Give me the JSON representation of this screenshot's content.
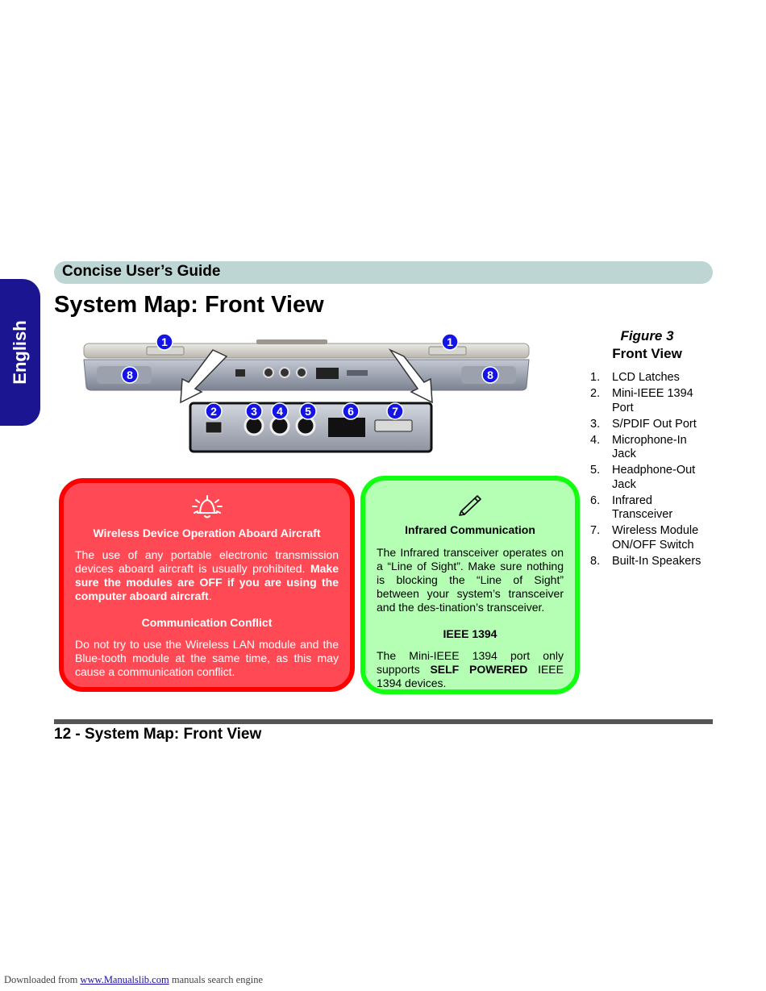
{
  "side_tab": {
    "label": "English"
  },
  "header": {
    "title": "Concise User’s Guide"
  },
  "page": {
    "title": "System Map: Front View"
  },
  "figure": {
    "number": "Figure 3",
    "name": "Front View",
    "callouts": [
      "1",
      "1",
      "8",
      "8",
      "2",
      "3",
      "4",
      "5",
      "6",
      "7"
    ],
    "legend": [
      {
        "num": "1.",
        "label": "LCD Latches"
      },
      {
        "num": "2.",
        "label": "Mini-IEEE 1394 Port"
      },
      {
        "num": "3.",
        "label": "S/PDIF Out Port"
      },
      {
        "num": "4.",
        "label": "Microphone-In Jack"
      },
      {
        "num": "5.",
        "label": "Headphone-Out Jack"
      },
      {
        "num": "6.",
        "label": "Infrared Transceiver"
      },
      {
        "num": "7.",
        "label": "Wireless Module ON/OFF Switch"
      },
      {
        "num": "8.",
        "label": "Built-In Speakers"
      }
    ]
  },
  "warning_box": {
    "icon": "alarm-bell-icon",
    "heading1": "Wireless Device Operation Aboard Aircraft",
    "para1_start": "The use of any portable electronic transmission devices aboard aircraft is usually prohibited. ",
    "para1_bold": "Make sure the modules are OFF if you are using the computer aboard aircraft",
    "para1_end": ".",
    "heading2": "Communication Conflict",
    "para2": "Do not try to use the Wireless LAN module and the Blue-tooth module at the same time, as this may cause a communication conflict.",
    "colors": {
      "fill": "#ff4a55",
      "border": "#ff0000"
    }
  },
  "note_box": {
    "icon": "pen-icon",
    "heading1": "Infrared Communication",
    "para1": "The Infrared transceiver operates on a “Line of Sight”. Make sure nothing is blocking the “Line of Sight” between your system’s transceiver and the des-tination’s transceiver.",
    "heading2": "IEEE 1394",
    "para2_start": "The Mini-IEEE 1394 port only supports ",
    "para2_bold": "SELF POWERED",
    "para2_end": " IEEE 1394 devices.",
    "colors": {
      "fill": "#b5ffb5",
      "border": "#11ff11"
    }
  },
  "footer": {
    "text": "12 -  System Map: Front View"
  },
  "download": {
    "prefix": "Downloaded from ",
    "link": "www.Manualslib.com",
    "suffix": "  manuals search engine"
  },
  "colors": {
    "side_tab": "#1c1591",
    "header_bar": "#bdd6d4",
    "callout": "#1414e6"
  }
}
